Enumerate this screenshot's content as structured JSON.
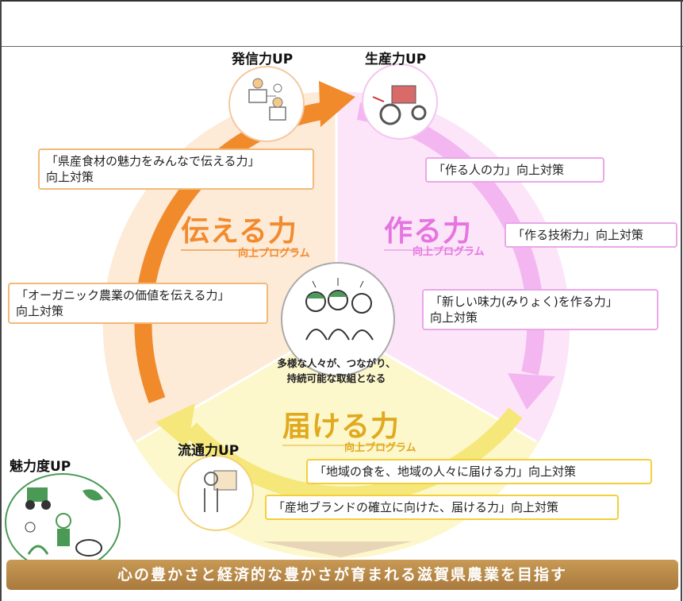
{
  "title_banner": "心の豊かさと経済的な豊かさが育まれる滋賀県農業を目指す",
  "center": {
    "caption_line1": "多様な人々が、つながり、",
    "caption_line2": "持続可能な取組となる"
  },
  "labels": {
    "hasshin": "発信力UP",
    "seisan": "生産力UP",
    "ryutsu": "流通力UP",
    "miryoku": "魅力度UP"
  },
  "programs": {
    "tsutaeru": {
      "title": "伝える力",
      "sub": "向上プログラム"
    },
    "tsukuru": {
      "title": "作る力",
      "sub": "向上プログラム"
    },
    "todokeru": {
      "title": "届ける力",
      "sub": "向上プログラム"
    }
  },
  "boxes": {
    "orange1_l1": "「県産食材の魅力をみんなで伝える力」",
    "orange1_l2": "向上対策",
    "orange2_l1": "「オーガニック農業の価値を伝える力」",
    "orange2_l2": "向上対策",
    "pink1": "「作る人の力」向上対策",
    "pink2": "「作る技術力」向上対策",
    "pink3_l1": "「新しい味力(みりょく)を作る力」",
    "pink3_l2": "向上対策",
    "yellow1": "「地域の食を、地域の人々に届ける力」向上対策",
    "yellow2": "「産地ブランドの確立に向けた、届ける力」向上対策"
  },
  "colors": {
    "orange": "#f08a2b",
    "pink": "#f3b6f0",
    "yellow": "#f5e77a",
    "banner": "#b88a48"
  }
}
